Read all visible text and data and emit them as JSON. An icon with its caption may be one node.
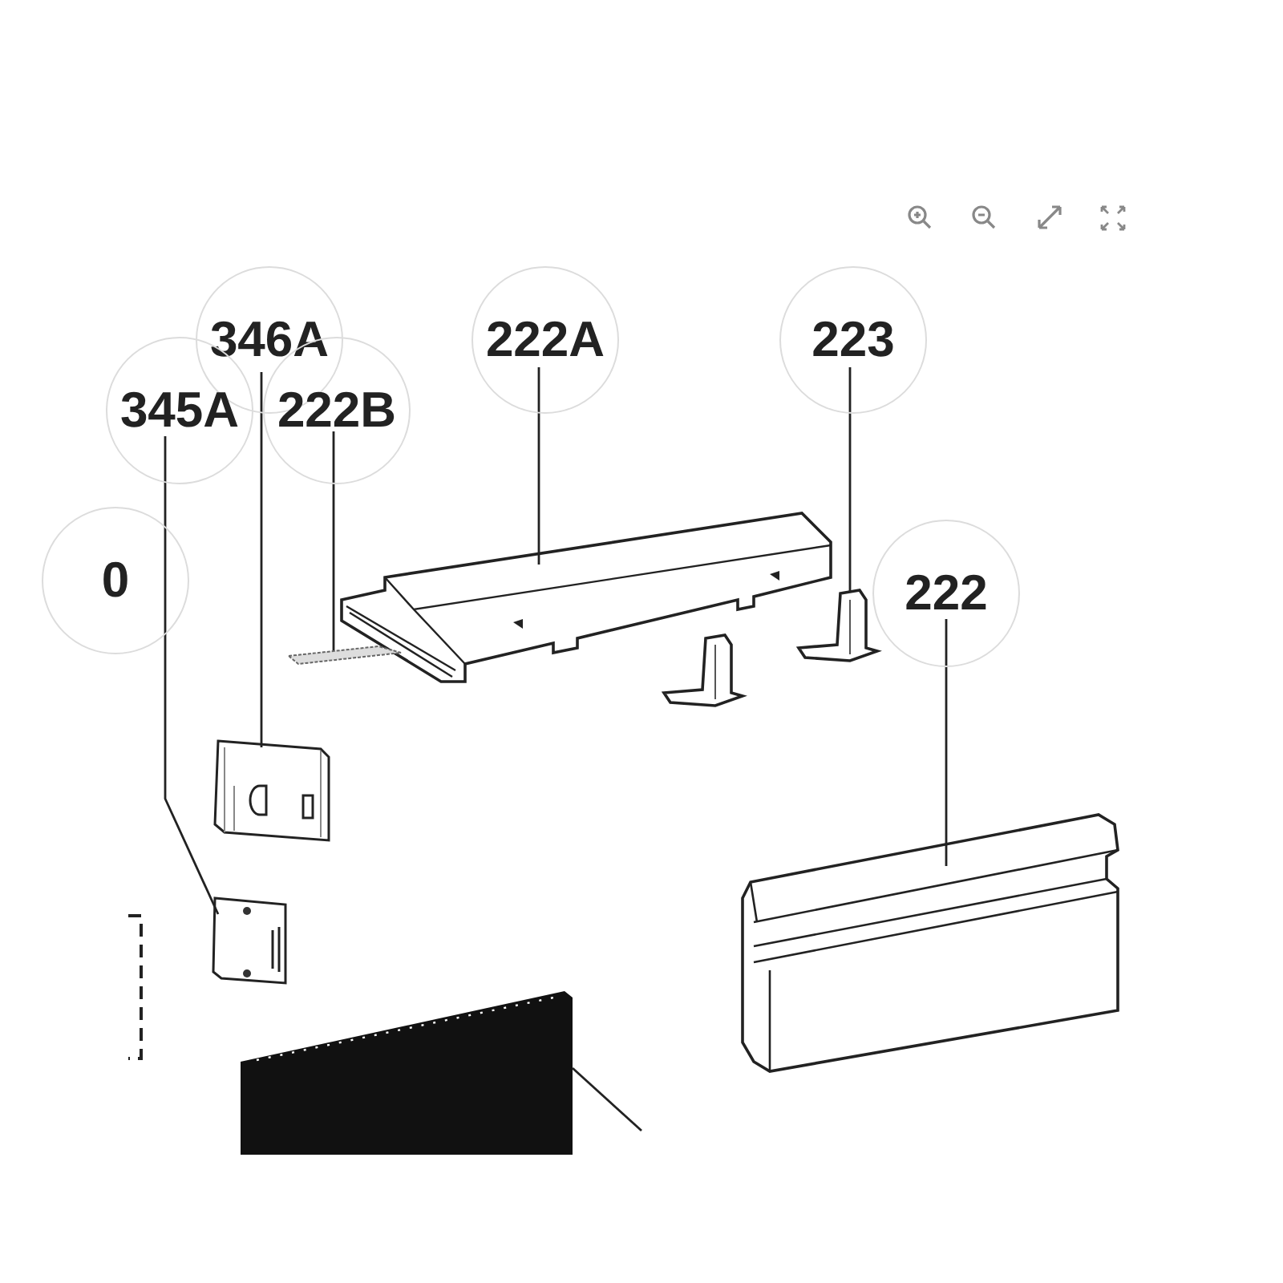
{
  "diagram": {
    "nodes": [
      {
        "text": [
          "346A"
        ]
      },
      {
        "text": [
          "345A"
        ]
      },
      {
        "text": [
          "222A"
        ]
      },
      {
        "text": [
          "222B"
        ]
      },
      {
        "text": [
          "223"
        ]
      },
      {
        "text": [
          "222"
        ]
      },
      {
        "text": [
          "0"
        ]
      },
      {
        "text": [],
        "shape": "picture"
      },
      {
        "text": [],
        "shape": "picture"
      },
      {
        "text": [],
        "shape": "picture"
      },
      {
        "text": [],
        "shape": "picture"
      },
      {
        "text": [],
        "shape": "picture"
      },
      {
        "text": [],
        "shape": "picture"
      },
      {
        "text": [],
        "shape": "picture"
      }
    ],
    "edges": [
      {
        "from": 0,
        "to": 7,
        "arrow": "none"
      },
      {
        "from": 1,
        "to": 8,
        "arrow": "none"
      },
      {
        "from": 2,
        "to": 10,
        "arrow": "none"
      },
      {
        "from": 3,
        "to": 9,
        "arrow": "none"
      },
      {
        "from": 4,
        "to": 11,
        "arrow": "none"
      },
      {
        "from": 5,
        "to": 12,
        "arrow": "none"
      },
      {
        "from": null,
        "to": 13,
        "arrow": "none"
      }
    ]
  }
}
